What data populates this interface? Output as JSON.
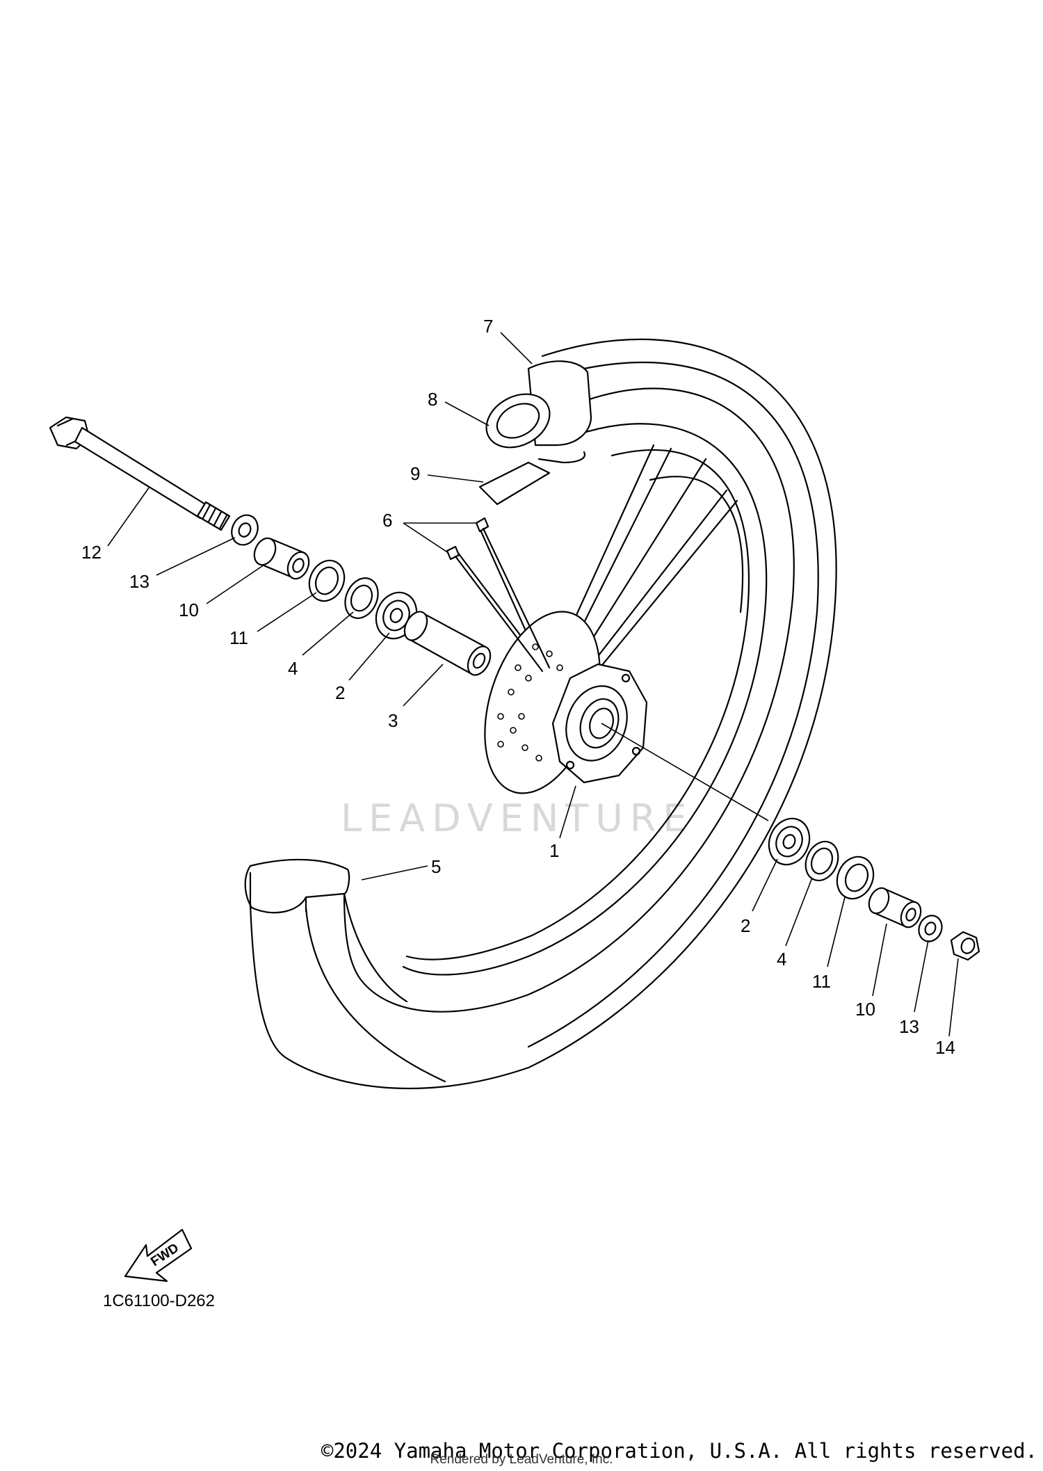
{
  "diagram": {
    "callouts": {
      "c1": "1",
      "c2a": "2",
      "c2b": "2",
      "c3": "3",
      "c4a": "4",
      "c4b": "4",
      "c5": "5",
      "c6": "6",
      "c7": "7",
      "c8": "8",
      "c9": "9",
      "c10a": "10",
      "c10b": "10",
      "c11a": "11",
      "c11b": "11",
      "c12": "12",
      "c13a": "13",
      "c13b": "13",
      "c14": "14"
    },
    "fwd_label": "FWD",
    "diagram_code": "1C61100-D262",
    "watermark": "LEADVENTURE"
  },
  "footer": {
    "copyright": "©2024 Yamaha Motor Corporation, U.S.A. All rights reserved.",
    "rendered_by": "Rendered by LeadVenture, Inc."
  },
  "colors": {
    "line": "#000000",
    "background": "#ffffff",
    "watermark": "#d8d8d8"
  }
}
